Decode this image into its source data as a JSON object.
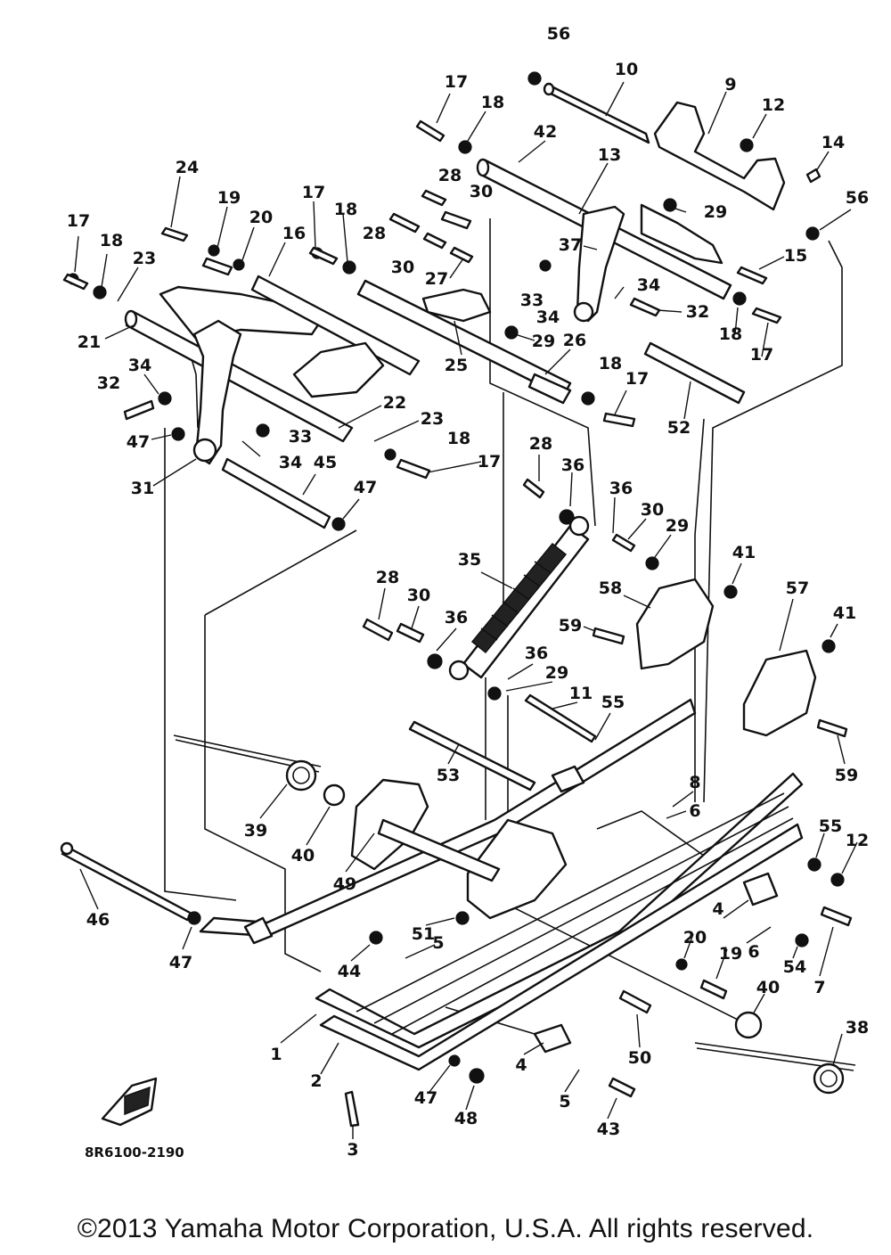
{
  "diagram": {
    "drawing_code": "8R6100-2190",
    "callouts": [
      {
        "label": "56"
      },
      {
        "label": "10"
      },
      {
        "label": "9"
      },
      {
        "label": "17"
      },
      {
        "label": "18"
      },
      {
        "label": "12"
      },
      {
        "label": "14"
      },
      {
        "label": "42"
      },
      {
        "label": "13"
      },
      {
        "label": "56"
      },
      {
        "label": "24"
      },
      {
        "label": "28"
      },
      {
        "label": "30"
      },
      {
        "label": "29"
      },
      {
        "label": "19"
      },
      {
        "label": "20"
      },
      {
        "label": "17"
      },
      {
        "label": "18"
      },
      {
        "label": "28"
      },
      {
        "label": "17"
      },
      {
        "label": "18"
      },
      {
        "label": "23"
      },
      {
        "label": "16"
      },
      {
        "label": "30"
      },
      {
        "label": "37"
      },
      {
        "label": "15"
      },
      {
        "label": "27"
      },
      {
        "label": "33"
      },
      {
        "label": "34"
      },
      {
        "label": "34"
      },
      {
        "label": "32"
      },
      {
        "label": "21"
      },
      {
        "label": "29"
      },
      {
        "label": "26"
      },
      {
        "label": "18"
      },
      {
        "label": "17"
      },
      {
        "label": "34"
      },
      {
        "label": "25"
      },
      {
        "label": "18"
      },
      {
        "label": "17"
      },
      {
        "label": "32"
      },
      {
        "label": "22"
      },
      {
        "label": "52"
      },
      {
        "label": "47"
      },
      {
        "label": "33"
      },
      {
        "label": "23"
      },
      {
        "label": "18"
      },
      {
        "label": "17"
      },
      {
        "label": "31"
      },
      {
        "label": "34"
      },
      {
        "label": "45"
      },
      {
        "label": "28"
      },
      {
        "label": "36"
      },
      {
        "label": "47"
      },
      {
        "label": "36"
      },
      {
        "label": "30"
      },
      {
        "label": "29"
      },
      {
        "label": "41"
      },
      {
        "label": "35"
      },
      {
        "label": "57"
      },
      {
        "label": "28"
      },
      {
        "label": "30"
      },
      {
        "label": "36"
      },
      {
        "label": "58"
      },
      {
        "label": "41"
      },
      {
        "label": "59"
      },
      {
        "label": "36"
      },
      {
        "label": "29"
      },
      {
        "label": "11"
      },
      {
        "label": "55"
      },
      {
        "label": "53"
      },
      {
        "label": "59"
      },
      {
        "label": "39"
      },
      {
        "label": "8"
      },
      {
        "label": "6"
      },
      {
        "label": "40"
      },
      {
        "label": "55"
      },
      {
        "label": "12"
      },
      {
        "label": "49"
      },
      {
        "label": "46"
      },
      {
        "label": "4"
      },
      {
        "label": "51"
      },
      {
        "label": "5"
      },
      {
        "label": "6"
      },
      {
        "label": "47"
      },
      {
        "label": "44"
      },
      {
        "label": "20"
      },
      {
        "label": "19"
      },
      {
        "label": "54"
      },
      {
        "label": "7"
      },
      {
        "label": "40"
      },
      {
        "label": "1"
      },
      {
        "label": "38"
      },
      {
        "label": "50"
      },
      {
        "label": "2"
      },
      {
        "label": "4"
      },
      {
        "label": "47"
      },
      {
        "label": "5"
      },
      {
        "label": "48"
      },
      {
        "label": "43"
      },
      {
        "label": "3"
      }
    ]
  },
  "footer": {
    "copyright": "©2013 Yamaha Motor Corporation, U.S.A. All rights reserved."
  }
}
